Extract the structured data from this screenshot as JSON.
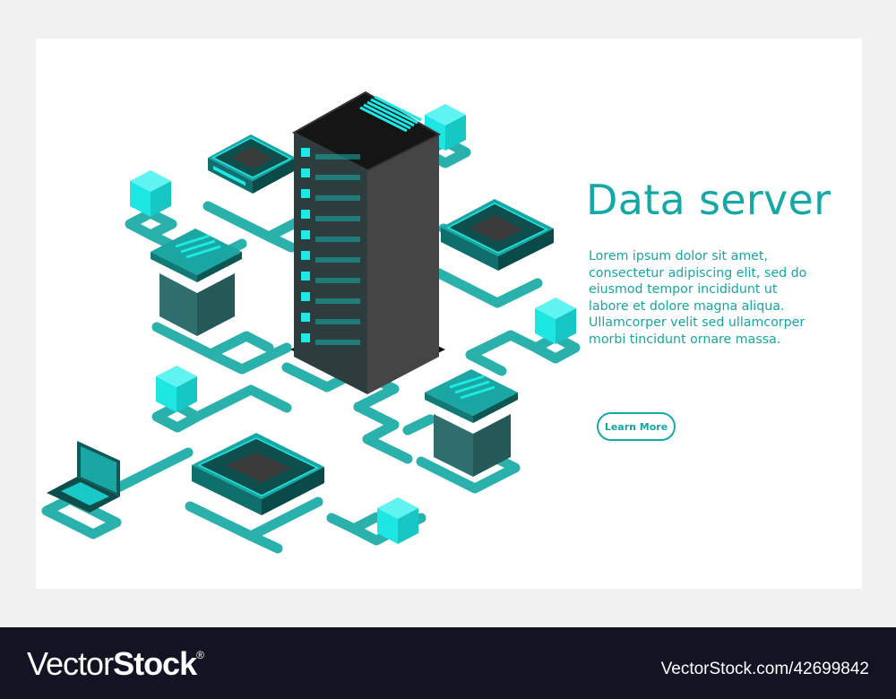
{
  "hero": {
    "title": "Data server",
    "description": "Lorem ipsum dolor sit amet, consectetur adipiscing elit, sed do eiusmod tempor incididunt ut labore et dolore magna aliqua. Ullamcorper velit sed ullamcorper morbi tincidunt ornare massa.",
    "cta_label": "Learn More"
  },
  "illustration": {
    "elements": [
      "server-rack-tower",
      "chip-board",
      "mini-server",
      "data-cube",
      "laptop",
      "network-paths"
    ]
  },
  "footer": {
    "logo_light": "Vector",
    "logo_bold": "Stock",
    "logo_mark": "®",
    "image_ref": "VectorStock.com/42699842"
  },
  "colors": {
    "accent": "#17a9a6",
    "cyan": "#1de9e6",
    "path": "#29b0ab",
    "dark": "#2a2a2a",
    "footer_bg": "#121424",
    "page_bg": "#f1f1f1"
  }
}
